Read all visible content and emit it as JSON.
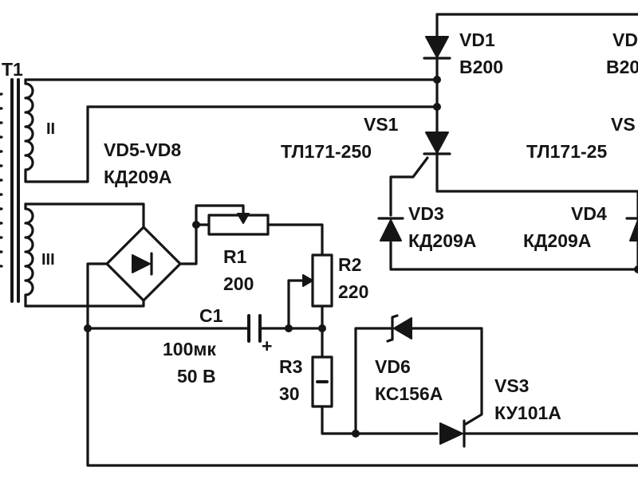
{
  "transformer": {
    "name": "T1",
    "winding_2": "II",
    "winding_3": "III"
  },
  "bridge": {
    "name": "VD5-VD8",
    "type": "КД209А"
  },
  "vd1": {
    "name": "VD1",
    "type": "В200"
  },
  "vd2": {
    "name": "VD",
    "type": "В20"
  },
  "vs1": {
    "name": "VS1",
    "type": "ТЛ171-250"
  },
  "vs2": {
    "name": "VS",
    "type": "ТЛ171-25"
  },
  "vd3": {
    "name": "VD3",
    "type": "КД209А"
  },
  "vd4": {
    "name": "VD4",
    "type": "КД209А"
  },
  "r1": {
    "name": "R1",
    "value": "200"
  },
  "r2": {
    "name": "R2",
    "value": "220"
  },
  "c1": {
    "name": "C1",
    "value": "100мк",
    "voltage": "50 В",
    "polarity": "+"
  },
  "r3": {
    "name": "R3",
    "value": "30"
  },
  "vd6": {
    "name": "VD6",
    "type": "КС156А"
  },
  "vs3": {
    "name": "VS3",
    "type": "КУ101А"
  }
}
